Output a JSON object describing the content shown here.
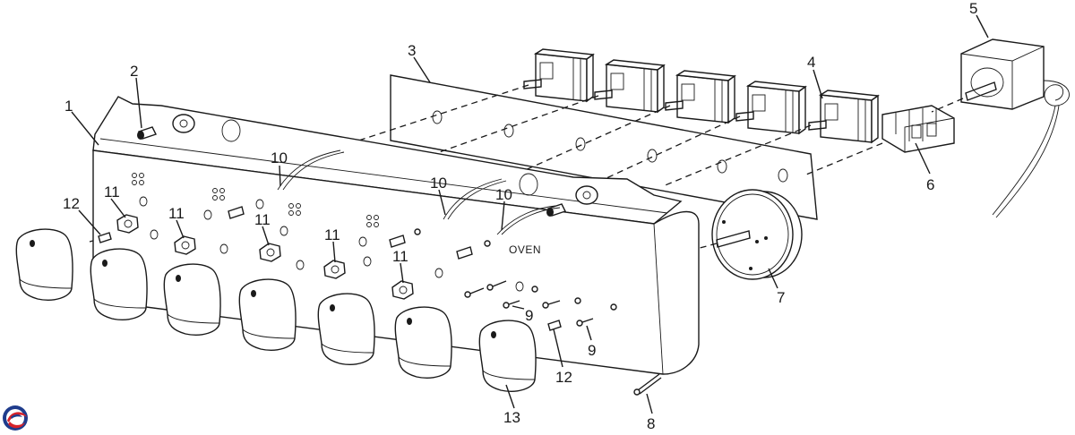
{
  "panel_text": "OVEN",
  "callouts": [
    "1",
    "2",
    "3",
    "4",
    "5",
    "6",
    "7",
    "8",
    "9",
    "9",
    "10",
    "10",
    "10",
    "11",
    "11",
    "11",
    "11",
    "11",
    "12",
    "12",
    "13"
  ],
  "colors": {
    "line": "#1a1a1a",
    "background": "#ffffff",
    "logo_blue": "#1f3c8c",
    "logo_red": "#d6222a"
  },
  "logo": "brand-logo"
}
